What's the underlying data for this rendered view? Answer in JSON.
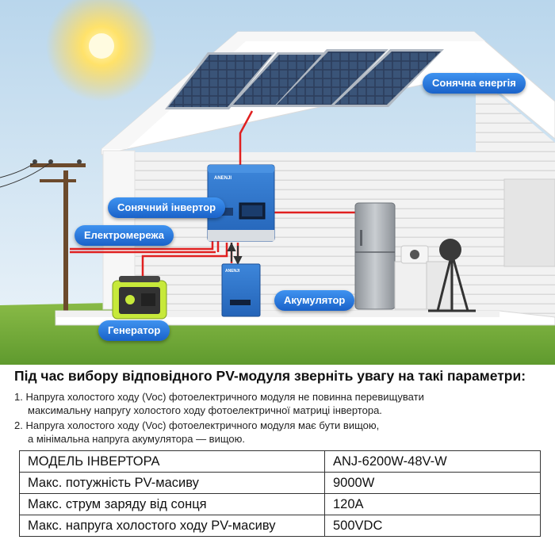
{
  "labels": {
    "solar_energy": "Сонячна енергія",
    "solar_inverter": "Сонячний інвертор",
    "grid": "Електромережа",
    "battery": "Акумулятор",
    "generator": "Генератор"
  },
  "inverter_brand": "ANENJI",
  "battery_brand": "ANENJI",
  "info": {
    "title": "Під час вибору відповідного PV-модуля зверніть увагу на такі параметри:",
    "notes": [
      {
        "line1": "1. Напруга холостого ходу (Voc) фотоелектричного модуля не повинна перевищувати",
        "line2": "максимальну напругу холостого ходу фотоелектричної матриці інвертора."
      },
      {
        "line1": "2. Напруга холостого ходу (Voc) фотоелектричного модуля має бути вищою,",
        "line2": "а мінімальна напруга акумулятора — вищою."
      }
    ]
  },
  "table": {
    "rows": [
      {
        "label": "МОДЕЛЬ ІНВЕРТОРА",
        "value": "ANJ-6200W-48V-W"
      },
      {
        "label": "Макс. потужність PV-масиву",
        "value": "9000W"
      },
      {
        "label": "Макс. струм заряду від сонця",
        "value": "120A"
      },
      {
        "label": "Макс. напруга холостого ходу PV-масиву",
        "value": "500VDC"
      }
    ]
  },
  "colors": {
    "wire": "#e02020",
    "pill": "#2a78e0",
    "sky": "#cfe3f1",
    "grass": "#7cae3c",
    "inverter": "#2f73c8",
    "house": "#f4f4f4"
  }
}
